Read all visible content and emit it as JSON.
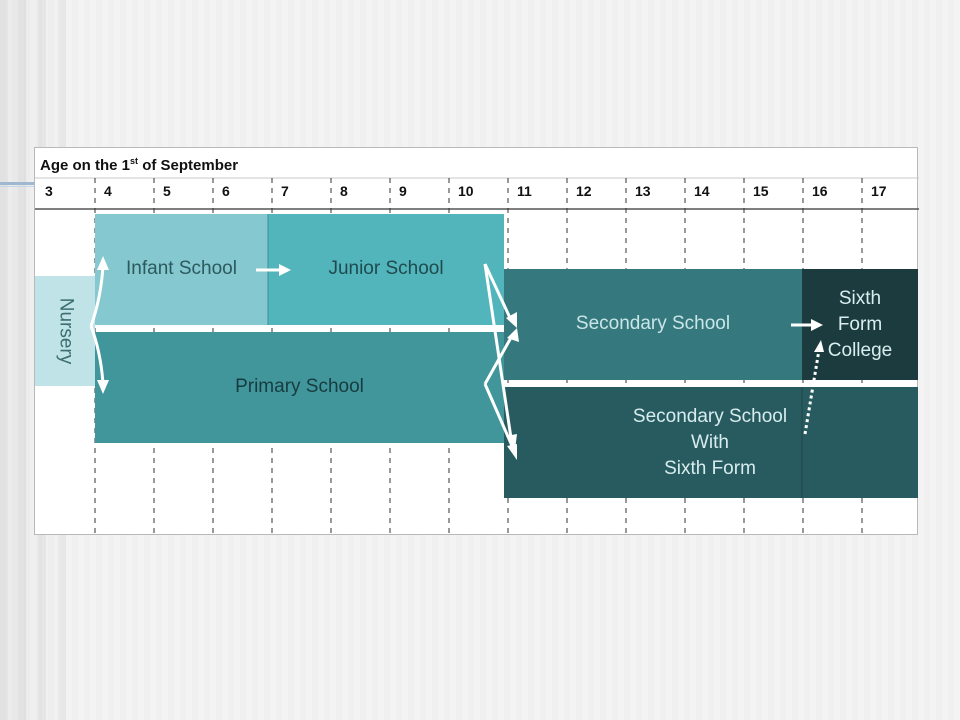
{
  "diagram": {
    "title_prefix": "Age on the 1",
    "title_sup": "st",
    "title_suffix": " of September",
    "ages": [
      "3",
      "4",
      "5",
      "6",
      "7",
      "8",
      "9",
      "10",
      "11",
      "12",
      "13",
      "14",
      "15",
      "16",
      "17"
    ],
    "stages": {
      "nursery": "Nursery",
      "infant": "Infant School",
      "junior": "Junior School",
      "primary": "Primary School",
      "secondary": "Secondary School",
      "secondary_sixth_l1": "Secondary School",
      "secondary_sixth_l2": "With",
      "secondary_sixth_l3": "Sixth Form",
      "college_l1": "Sixth",
      "college_l2": "Form",
      "college_l3": "College"
    },
    "colors": {
      "nursery": "#bfe3e6",
      "infant": "#86c8cf",
      "junior": "#52b5bc",
      "primary": "#41969b",
      "secondary": "#35797e",
      "secondary_sixth": "#285b5f",
      "college": "#1c3b3e",
      "arrow": "#ffffff"
    }
  }
}
